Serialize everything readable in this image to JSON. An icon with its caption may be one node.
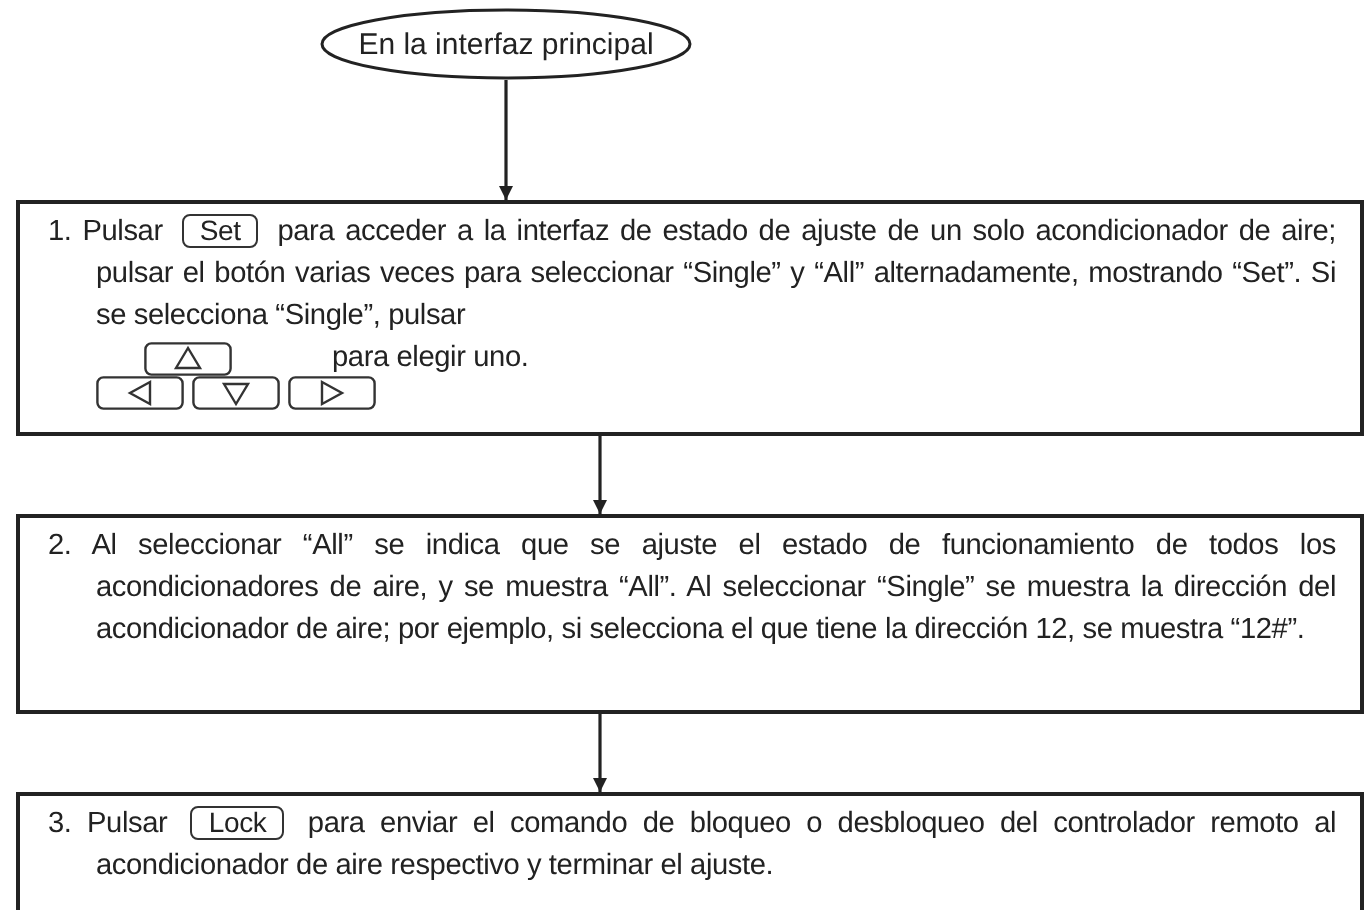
{
  "diagram": {
    "nodes": [
      {
        "text": [
          "En la interfaz principal"
        ]
      },
      {
        "text": [
          "1. Pulsar",
          "para acceder a la interfaz de estado de ajuste de un solo acondicionador de aire; pulsar el botón varias veces para seleccionar “Single” y “All” alternadamente, mostrando “Set”. Si se selecciona “Single”, pulsar",
          "para elegir uno."
        ]
      },
      {
        "text": [
          "Set"
        ],
        "in": 1
      },
      {
        "text": [
          "2. Al seleccionar “All” se indica que se ajuste el estado de funcionamiento de todos los acondicionadores de aire, y se muestra “All”. Al seleccionar “Single” se muestra la dirección del acondicionador de aire; por ejemplo, si selecciona el que tiene la dirección 12, se muestra “12#”."
        ]
      },
      {
        "text": [
          "3. Pulsar",
          "para enviar el comando de bloqueo o desbloqueo del controlador remoto al acondicionador de aire respectivo y terminar el ajuste."
        ]
      },
      {
        "text": [
          "Lock"
        ],
        "in": 4
      }
    ],
    "edges": [
      {
        "from": 0,
        "to": 1,
        "arrow": "to"
      },
      {
        "from": 1,
        "to": 3,
        "arrow": "to"
      },
      {
        "from": 3,
        "to": 4,
        "arrow": "to"
      }
    ]
  }
}
